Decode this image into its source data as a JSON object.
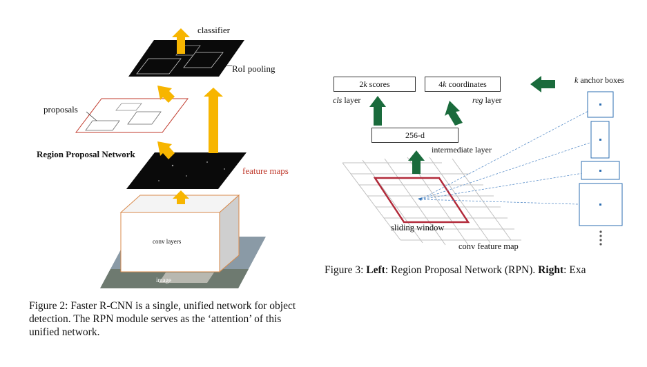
{
  "fig2": {
    "classifier": "classifier",
    "roi_pooling": "RoI pooling",
    "proposals": "proposals",
    "rpn": "Region Proposal Network",
    "feature_maps": "feature maps",
    "conv_layers": "conv layers",
    "image": "image",
    "caption": "Figure 2: Faster R-CNN is a single, unified network for object detection. The RPN module serves as the ‘attention’ of this unified network."
  },
  "fig3": {
    "scores_k": "2",
    "scores_var": "k",
    "scores_rest": " scores",
    "coords_k": "4",
    "coords_var": "k",
    "coords_rest": " coordinates",
    "cls_prefix": "cls",
    "cls_suffix": " layer",
    "reg_prefix": "reg",
    "reg_suffix": " layer",
    "d256": "256-d",
    "intermediate": "intermediate layer",
    "sliding": "sliding window",
    "conv_map": "conv feature map",
    "anchor_var": "k",
    "anchor_rest": " anchor boxes",
    "caption_pre": "Figure 3: ",
    "caption_left": "Left",
    "caption_mid": ": Region Proposal Network (RPN). ",
    "caption_right": "Right",
    "caption_post": ": Exa"
  },
  "colors": {
    "arrow_yellow": "#f7b500",
    "arrow_green": "#1a6b3c",
    "red": "#c0392b"
  }
}
